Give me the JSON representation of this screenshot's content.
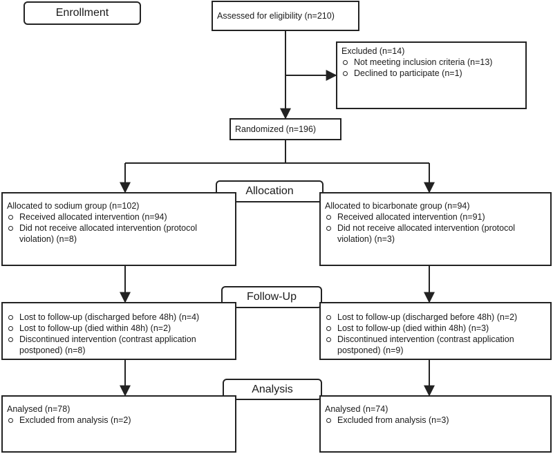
{
  "stages": {
    "enrollment": "Enrollment",
    "allocation": "Allocation",
    "followup": "Follow-Up",
    "analysis": "Analysis"
  },
  "assessed": "Assessed for eligibility (n=210)",
  "excluded": {
    "title": "Excluded (n=14)",
    "items": [
      "Not meeting inclusion criteria (n=13)",
      "Declined to participate (n=1)"
    ]
  },
  "randomized": "Randomized (n=196)",
  "allocation": {
    "sodium": {
      "title": "Allocated to sodium group (n=102)",
      "items": [
        "Received allocated intervention (n=94)",
        "Did not receive allocated intervention (protocol violation) (n=8)"
      ]
    },
    "bicarbonate": {
      "title": "Allocated to bicarbonate group (n=94)",
      "items": [
        "Received allocated intervention (n=91)",
        "Did not receive allocated intervention (protocol violation) (n=3)"
      ]
    }
  },
  "followup": {
    "sodium": {
      "items": [
        "Lost to follow-up (discharged before 48h) (n=4)",
        "Lost to follow-up (died within 48h) (n=2)",
        "Discontinued intervention (contrast application postponed) (n=8)"
      ]
    },
    "bicarbonate": {
      "items": [
        "Lost to follow-up (discharged before 48h) (n=2)",
        "Lost to follow-up (died within 48h) (n=3)",
        "Discontinued intervention (contrast application postponed) (n=9)"
      ]
    }
  },
  "analysis": {
    "sodium": {
      "title": "Analysed (n=78)",
      "items": [
        "Excluded from analysis (n=2)"
      ]
    },
    "bicarbonate": {
      "title": "Analysed (n=74)",
      "items": [
        "Excluded from analysis (n=3)"
      ]
    }
  }
}
